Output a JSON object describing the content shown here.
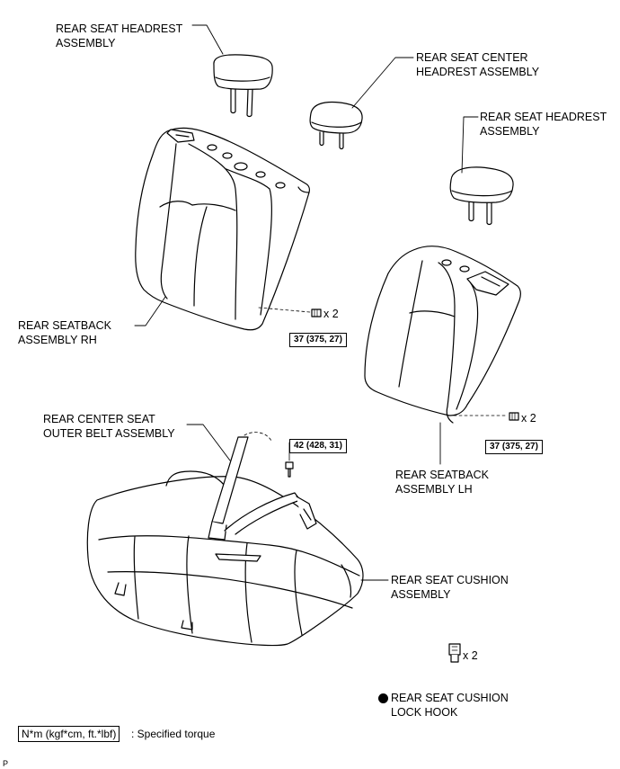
{
  "labels": {
    "headrest_rh": [
      "REAR SEAT HEADREST",
      "ASSEMBLY"
    ],
    "center_headrest": [
      "REAR SEAT CENTER",
      "HEADREST ASSEMBLY"
    ],
    "headrest_lh": [
      "REAR SEAT HEADREST",
      "ASSEMBLY"
    ],
    "seatback_rh": [
      "REAR SEATBACK",
      "ASSEMBLY RH"
    ],
    "seatback_lh": [
      "REAR SEATBACK",
      "ASSEMBLY LH"
    ],
    "center_belt": [
      "REAR CENTER SEAT",
      "OUTER BELT ASSEMBLY"
    ],
    "seat_cushion": [
      "REAR SEAT CUSHION",
      "ASSEMBLY"
    ],
    "lock_hook": [
      "REAR SEAT CUSHION",
      "LOCK HOOK"
    ]
  },
  "torques": {
    "seatback_rh": "37 (375, 27)",
    "seatback_lh": "37 (375, 27)",
    "belt": "42 (428, 31)"
  },
  "quantities": {
    "seatback_rh_bolt": "x 2",
    "seatback_lh_bolt": "x 2",
    "lock_hook": "x 2"
  },
  "legend": {
    "unit": "N*m (kgf*cm, ft.*lbf)",
    "description": ": Specified torque"
  },
  "corner_code": "P"
}
